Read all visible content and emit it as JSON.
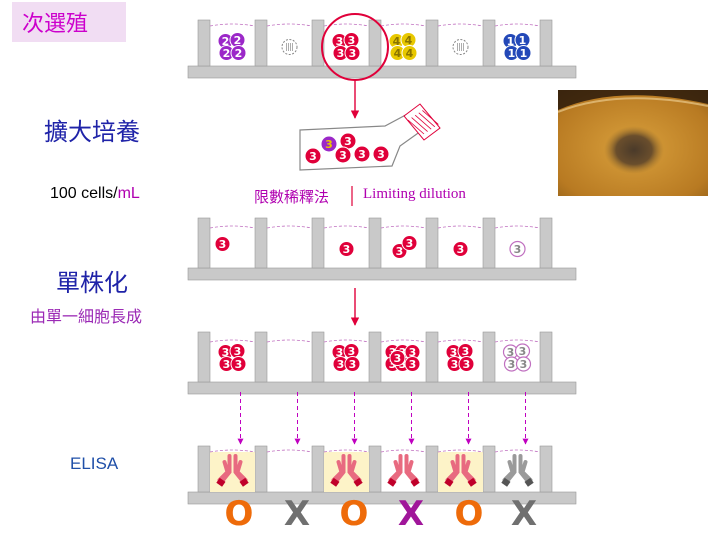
{
  "title": "次選殖",
  "labels": {
    "expand": "擴大培養",
    "cells_amount": "100 cells/",
    "cells_unit": "mL",
    "limiting_dilution_zh": "限數稀釋法",
    "limiting_dilution_en": "Limiting dilution",
    "monoclonal": "單株化",
    "monoclonal_sub": "由單一細胞長成",
    "elisa": "ELISA"
  },
  "top_wells": [
    {
      "label": "2",
      "count": 4,
      "color": "#9b28c8"
    },
    {
      "label": "",
      "count": 1,
      "color": "#aaaaaa"
    },
    {
      "label": "3",
      "count": 4,
      "color": "#e0003a"
    },
    {
      "label": "4",
      "count": 4,
      "color": "#e8c800"
    },
    {
      "label": "",
      "count": 1,
      "color": "#aaaaaa"
    },
    {
      "label": "1",
      "count": 4,
      "color": "#2348b8"
    }
  ],
  "selected_well": 2,
  "flask_cells": [
    "3",
    "3",
    "3",
    "3",
    "3",
    "3"
  ],
  "dilution_wells": [
    {
      "label": "3",
      "count": 1,
      "type": "red"
    },
    {
      "label": "",
      "count": 0,
      "type": "empty"
    },
    {
      "label": "3",
      "count": 1,
      "type": "red"
    },
    {
      "label": "3",
      "count": 2,
      "type": "red"
    },
    {
      "label": "3",
      "count": 1,
      "type": "red"
    },
    {
      "label": "3",
      "count": 1,
      "type": "ghost"
    }
  ],
  "grown_wells": [
    {
      "label": "3",
      "count": 4,
      "type": "red"
    },
    {
      "label": "",
      "count": 0,
      "type": "empty"
    },
    {
      "label": "3",
      "count": 4,
      "type": "red"
    },
    {
      "label": "3",
      "count": 7,
      "type": "red"
    },
    {
      "label": "3",
      "count": 4,
      "type": "red"
    },
    {
      "label": "3",
      "count": 4,
      "type": "ghost"
    }
  ],
  "elisa_wells": [
    {
      "antibody": true,
      "antibody_color": "#e86a80",
      "fill": "#fdf3c8"
    },
    {
      "antibody": false,
      "fill": "#ffffff"
    },
    {
      "antibody": true,
      "antibody_color": "#e86a80",
      "fill": "#fdf3c8"
    },
    {
      "antibody": true,
      "antibody_color": "#e86a80",
      "fill": "#ffffff"
    },
    {
      "antibody": true,
      "antibody_color": "#e86a80",
      "fill": "#fdf3c8"
    },
    {
      "antibody": true,
      "antibody_color": "#9a9a9a",
      "fill": "#ffffff"
    }
  ],
  "results": [
    {
      "symbol": "O",
      "color": "#ee6b0a"
    },
    {
      "symbol": "X",
      "color": "#707070"
    },
    {
      "symbol": "O",
      "color": "#ee6b0a"
    },
    {
      "symbol": "X",
      "color": "#a0169a"
    },
    {
      "symbol": "O",
      "color": "#ee6b0a"
    },
    {
      "symbol": "X",
      "color": "#707070"
    }
  ],
  "colors": {
    "plate": "#c9c9c9",
    "plate_edge": "#9a9a9a",
    "arrow": "#e0003a",
    "dashed_arrow": "#c000c0",
    "medium_line": "#c070c0"
  }
}
